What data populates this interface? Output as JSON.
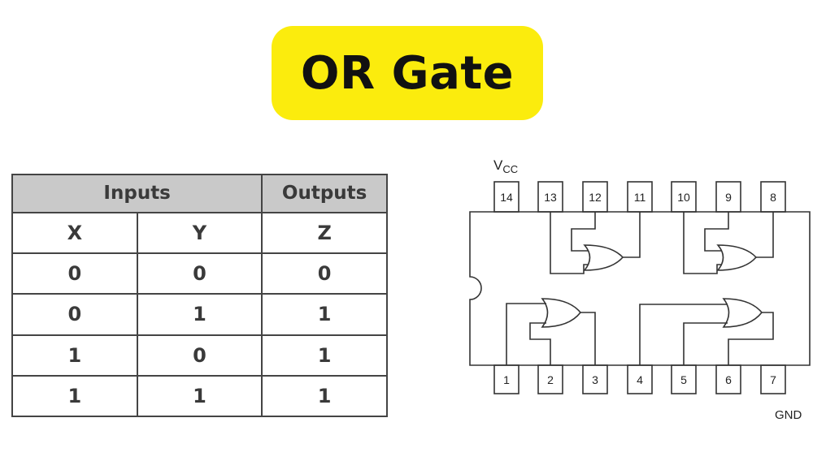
{
  "title": "OR Gate",
  "truth_table": {
    "group_headers": [
      "Inputs",
      "Outputs"
    ],
    "columns": [
      "X",
      "Y",
      "Z"
    ],
    "rows": [
      [
        "0",
        "0",
        "0"
      ],
      [
        "0",
        "1",
        "1"
      ],
      [
        "1",
        "0",
        "1"
      ],
      [
        "1",
        "1",
        "1"
      ]
    ]
  },
  "chip": {
    "vcc_label": "V",
    "vcc_subscript": "CC",
    "gnd_label": "GND",
    "top_pins": [
      "14",
      "13",
      "12",
      "11",
      "10",
      "9",
      "8"
    ],
    "bottom_pins": [
      "1",
      "2",
      "3",
      "4",
      "5",
      "6",
      "7"
    ]
  },
  "colors": {
    "badge": "#fbec0d",
    "header_fill": "#c9c9c9",
    "line": "#444444"
  }
}
